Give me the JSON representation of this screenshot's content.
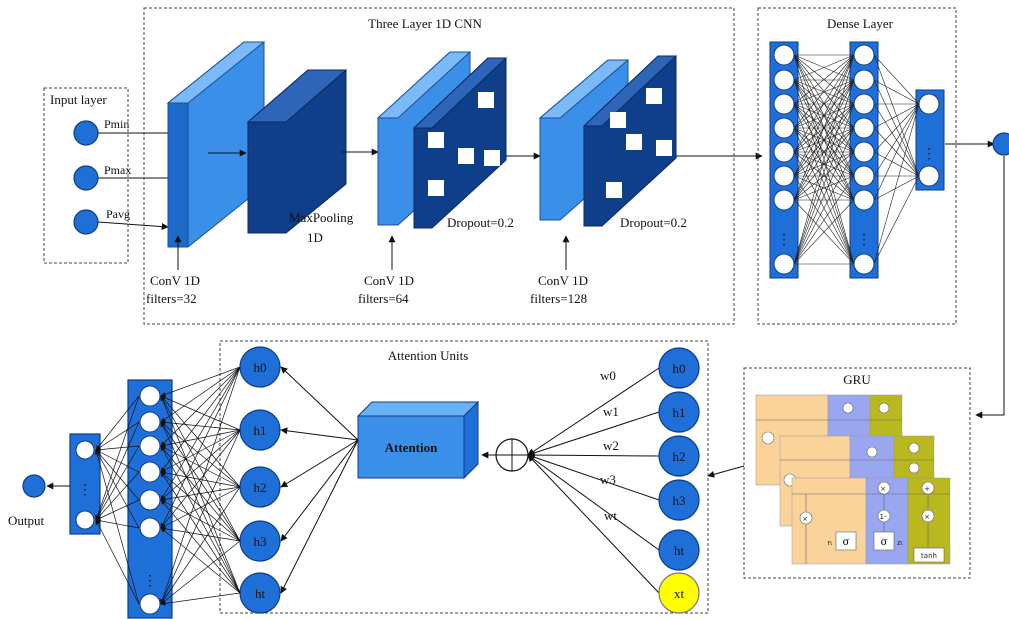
{
  "input_layer": {
    "title": "Input layer",
    "inputs": [
      "Pmin",
      "Pmax",
      "Pavg"
    ]
  },
  "cnn": {
    "title": "Three Layer 1D CNN",
    "conv1": {
      "name": "ConV 1D",
      "filters": "filters=32"
    },
    "maxpool": {
      "line1": "MaxPooling",
      "line2": "1D"
    },
    "conv2": {
      "name": "ConV 1D",
      "filters": "filters=64"
    },
    "dropout1": "Dropout=0.2",
    "conv3": {
      "name": "ConV 1D",
      "filters": "filters=128"
    },
    "dropout2": "Dropout=0.2"
  },
  "dense": {
    "title": "Dense Layer",
    "ellipsis": "⋮"
  },
  "gru": {
    "title": "GRU",
    "labels": {
      "sigma": "σ",
      "tanh": "tanh",
      "r": "rₜ",
      "z": "zₜ",
      "times": "×",
      "plus": "+",
      "one_minus": "1-"
    }
  },
  "attention": {
    "title": "Attention Units",
    "block_label": "Attention",
    "left_nodes": [
      "h0",
      "h1",
      "h2",
      "h3",
      "ht"
    ],
    "right_nodes": [
      "h0",
      "h1",
      "h2",
      "h3",
      "ht",
      "xt"
    ],
    "weights": [
      "w0",
      "w1",
      "w2",
      "w3",
      "wt"
    ]
  },
  "output": {
    "label": "Output",
    "ellipsis": "⋮"
  },
  "colors": {
    "node_blue": "#1f6fd9",
    "node_stroke": "#0d3d86",
    "light_layer": "#4a9cf0",
    "dark_layer": "#0f3f8a",
    "xt_yellow": "#ffff00",
    "gru_orange": "#f9d39a",
    "gru_purple": "#9aa6f0",
    "gru_olive": "#b9b81f"
  }
}
